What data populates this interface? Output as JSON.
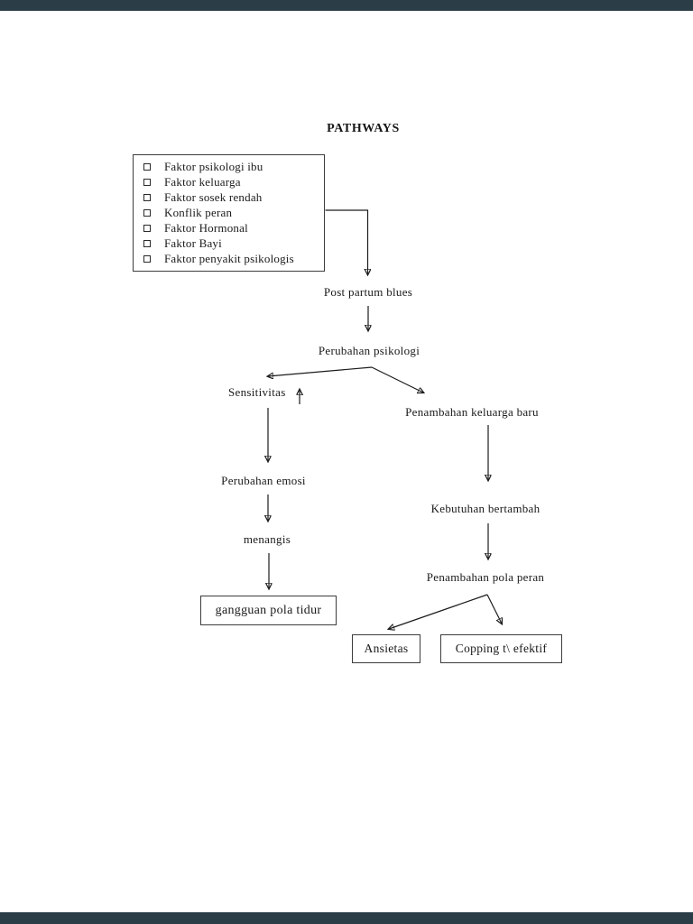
{
  "page": {
    "title": "PATHWAYS",
    "paper_color": "#ffffff",
    "chrome_color": "#2b3d47",
    "text_color": "#1b1b1b"
  },
  "diagram": {
    "factors_box": {
      "items": [
        "Faktor psikologi ibu",
        "Faktor keluarga",
        "Faktor sosek rendah",
        "Konflik peran",
        "Faktor Hormonal",
        "Faktor Bayi",
        "Faktor penyakit psikologis"
      ]
    },
    "nodes": {
      "post_partum_blues": "Post partum blues",
      "perubahan_psikologi": "Perubahan psikologi",
      "sensitivitas": "Sensitivitas",
      "perubahan_emosi": "Perubahan emosi",
      "menangis": "menangis",
      "gangguan_pola_tidur": "gangguan pola tidur",
      "penambahan_keluarga_baru": "Penambahan keluarga baru",
      "kebutuhan_bertambah": "Kebutuhan bertambah",
      "penambahan_pola_peran": "Penambahan pola peran",
      "ansietas": "Ansietas",
      "copping_efektif": "Copping t\\ efektif"
    }
  }
}
